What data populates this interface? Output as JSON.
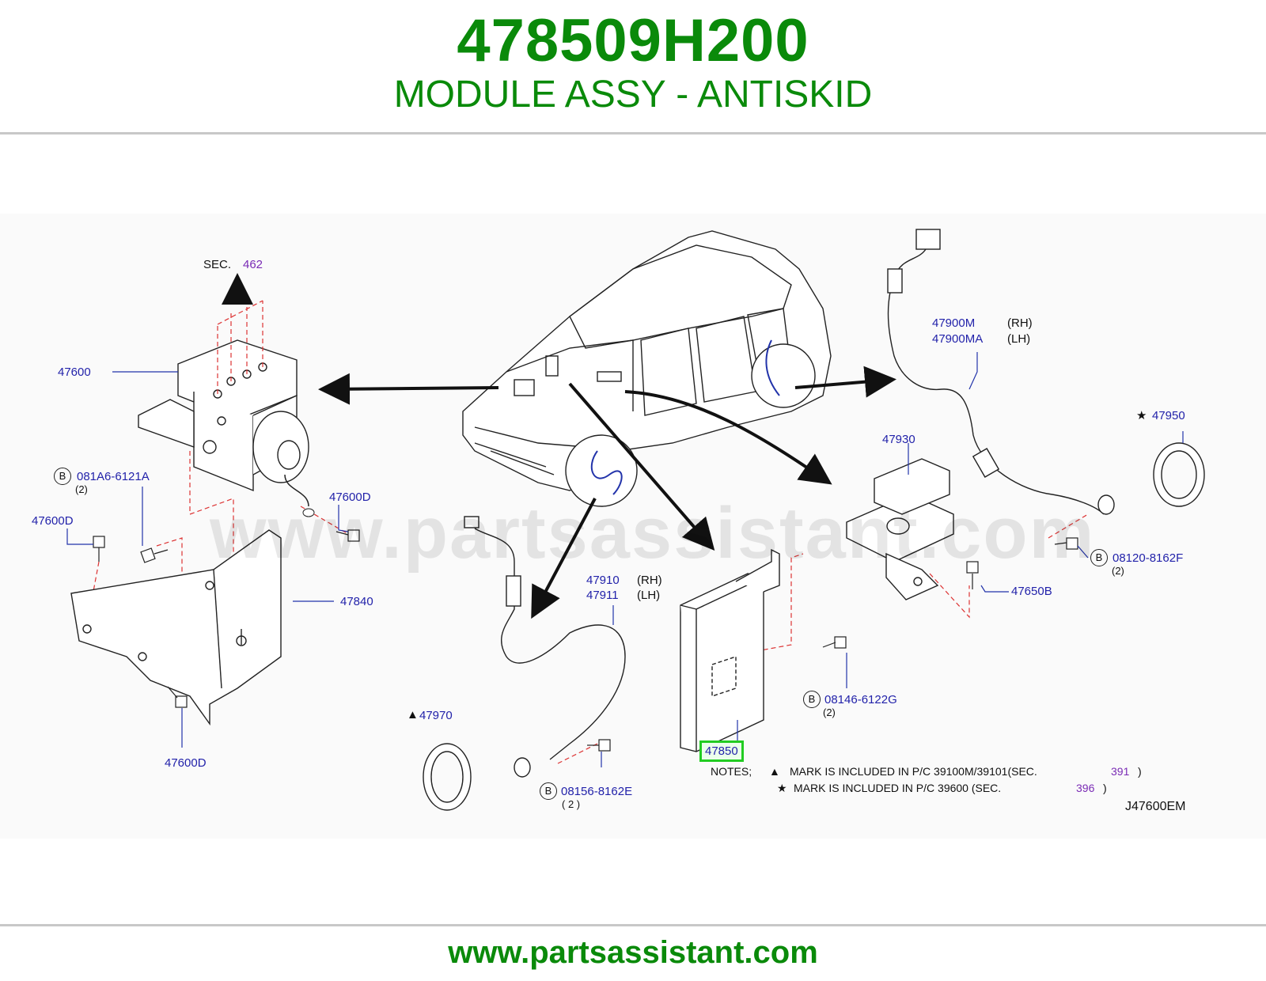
{
  "header": {
    "part_number": "478509H200",
    "description": "MODULE ASSY - ANTISKID"
  },
  "footer": {
    "url": "www.partsassistant.com"
  },
  "watermark": "www.partsassistant.com",
  "colors": {
    "brand_green": "#0a8a0a",
    "label_blue": "#2222aa",
    "sec_purple": "#7a2bb5",
    "highlight": "#22cc22"
  },
  "diagram": {
    "sec_label": "SEC.",
    "sec_number": "462",
    "labels": {
      "p47600": "47600",
      "p081A6": "081A6-6121A",
      "p081A6_qty": "(2)",
      "p47600D_a": "47600D",
      "p47600D_b": "47600D",
      "p47600D_c": "47600D",
      "p47840": "47840",
      "p47910": "47910",
      "p47910_side": "(RH)",
      "p47911": "47911",
      "p47911_side": "(LH)",
      "p47970": "47970",
      "p08156": "08156-8162E",
      "p08156_qty": "( 2 )",
      "p47850": "47850",
      "p08146": "08146-6122G",
      "p08146_qty": "(2)",
      "p47930": "47930",
      "p47900M": "47900M",
      "p47900M_side": "(RH)",
      "p47900MA": "47900MA",
      "p47900MA_side": "(LH)",
      "p47950": "47950",
      "p47650B": "47650B",
      "p08120": "08120-8162F",
      "p08120_qty": "(2)",
      "bolt_mark": "B",
      "diagram_code": "J47600EM"
    },
    "notes": {
      "title": "NOTES;",
      "line1_symbol": "▲",
      "line1_text": "MARK  IS  INCLUDED  IN  P/C  39100M/39101(SEC.",
      "line1_sec": "391",
      "line1_close": ")",
      "line2_symbol": "★",
      "line2_text": "MARK  IS  INCLUDED  IN  P/C  39600  (SEC.",
      "line2_sec": "396",
      "line2_close": ")"
    },
    "symbols": {
      "triangle": "▲",
      "star": "★"
    }
  }
}
